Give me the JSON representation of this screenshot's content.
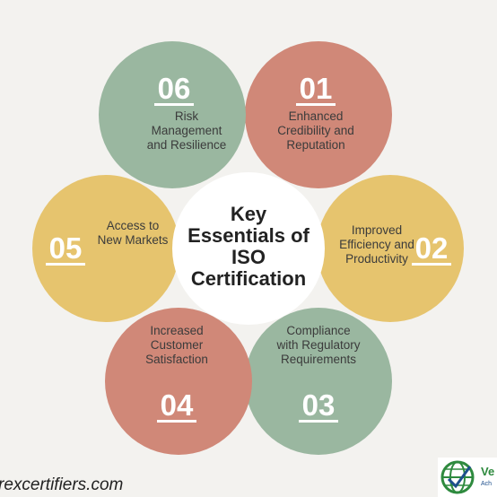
{
  "center": {
    "lines": [
      "Key",
      "Essentials of",
      "ISO",
      "Certification"
    ]
  },
  "petals": [
    {
      "number": "01",
      "lines": [
        "Enhanced",
        "Credibility and",
        "Reputation"
      ],
      "color": "#d08878"
    },
    {
      "number": "02",
      "lines": [
        "Improved",
        "Efficiency and",
        "Productivity"
      ],
      "color": "#e6c46e"
    },
    {
      "number": "03",
      "lines": [
        "Compliance",
        "with Regulatory",
        "Requirements"
      ],
      "color": "#9ab7a0"
    },
    {
      "number": "04",
      "lines": [
        "Increased",
        "Customer",
        "Satisfaction"
      ],
      "color": "#d08878"
    },
    {
      "number": "05",
      "lines": [
        "Access to",
        "New Markets"
      ],
      "color": "#e6c46e"
    },
    {
      "number": "06",
      "lines": [
        "Risk",
        "Management",
        "and Resilience"
      ],
      "color": "#9ab7a0"
    }
  ],
  "footer": {
    "website": "rexcertifiers.com"
  },
  "logo": {
    "name": "Ve",
    "tagline": "Ach"
  }
}
